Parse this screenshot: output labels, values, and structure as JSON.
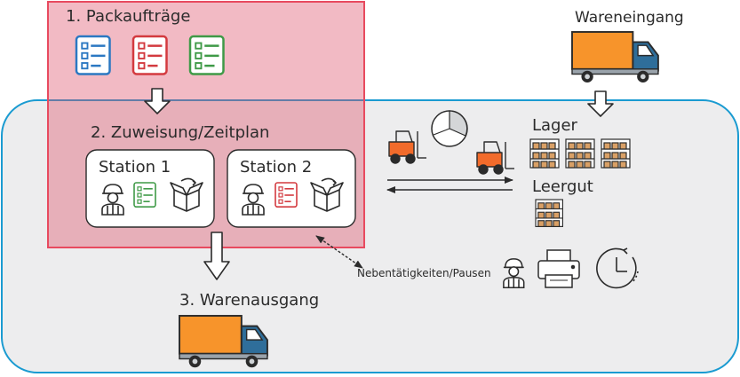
{
  "colors": {
    "warehouse_border": "#1a9bd1",
    "warehouse_fill": "#ededee",
    "planning_border": "#e84a5f",
    "planning_fill": "rgba(221,74,99,0.38)",
    "truck_body": "#f7942b",
    "truck_cab": "#2f6e9a",
    "list_blue": "#2b78c2",
    "list_red": "#d33a3f",
    "list_green": "#3f9a47",
    "forklift": "#f26b2b",
    "box": "#d9a066",
    "text": "#2b2b2b"
  },
  "labels": {
    "packauftraege": "1. Packaufträge",
    "zuweisung": "2. Zuweisung/Zeitplan",
    "station1": "Station 1",
    "station2": "Station 2",
    "warenausgang": "3. Warenausgang",
    "wareneingang": "Wareneingang",
    "lager": "Lager",
    "leergut": "Leergut",
    "nebentaetigkeiten": "Nebentätigkeiten/Pausen"
  },
  "icons": [
    "checklist-icon",
    "truck-icon",
    "worker-icon",
    "open-box-icon",
    "forklift-icon",
    "pie-chart-icon",
    "shelf-icon",
    "printer-icon",
    "clock-icon"
  ]
}
